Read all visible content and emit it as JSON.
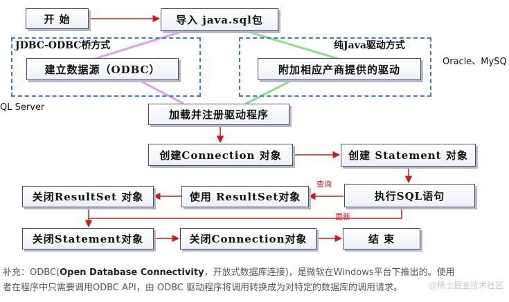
{
  "diagram": {
    "nodes": {
      "start": "开 始",
      "import": "导入 java.sql包",
      "odbc_source": "建立数据源（ODBC）",
      "vendor_driver": "附加相应产商提供的驱动",
      "load_driver": "加载并注册驱动程序",
      "create_connection": "创建Connection 对象",
      "create_statement": "创建 Statement 对象",
      "execute_sql": "执行SQL语句",
      "use_resultset": "使用 ResultSet对象",
      "close_resultset": "关闭ResultSet 对象",
      "close_statement": "关闭Statement对象",
      "close_connection": "关闭Connection对象",
      "end": "结 束"
    },
    "groups": {
      "jdbc_odbc": "JDBC-ODBC桥方式",
      "pure_java": "纯Java驱动方式"
    },
    "side_labels": {
      "left": "QL Server",
      "right": "Oracle、MySQ"
    },
    "edge_labels": {
      "query": "查询",
      "update": "更新"
    },
    "colors": {
      "arrow": "#d01818",
      "jdbc_odbc_path": "#e2a0e8",
      "pure_java_path": "#88e088",
      "group_border": "#3b7ad0"
    }
  },
  "note": {
    "prefix": "补充：ODBC(",
    "bold": "Open Database Connectivity",
    "rest1": "，开放式数据库连接)，是微软在Windows平台下推出的。使用",
    "rest2": "者在程序中只需要调用ODBC API，由 ODBC 驱动程序将调用转换成为对特定的数据库的调用请求。"
  },
  "watermark": "@稀土掘金技术社区"
}
